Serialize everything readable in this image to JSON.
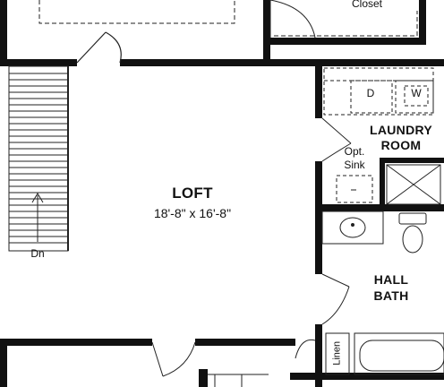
{
  "rooms": {
    "closet": {
      "name": "Closet"
    },
    "loft": {
      "name": "LOFT",
      "dimensions": "18'-8\" x 16'-8\""
    },
    "laundry": {
      "line1": "LAUNDRY",
      "line2": "ROOM"
    },
    "hall_bath": {
      "line1": "HALL",
      "line2": "BATH"
    }
  },
  "fixtures": {
    "dryer": "D",
    "washer": "W",
    "sink_line1": "Opt.",
    "sink_line2": "Sink",
    "linen": "Linen"
  },
  "stairs": {
    "direction": "Dn"
  },
  "colors": {
    "wall": "#111111",
    "line": "#222222",
    "background": "#ffffff"
  }
}
